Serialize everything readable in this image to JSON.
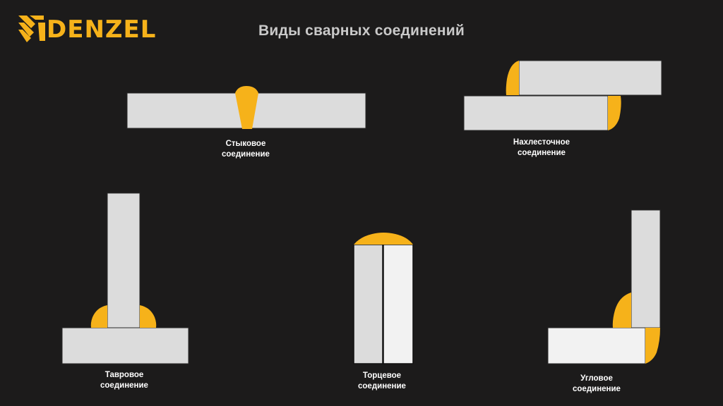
{
  "brand": {
    "name": "DENZEL",
    "color": "#f6b21a"
  },
  "title": "Виды сварных соединений",
  "colors": {
    "background": "#1c1b1b",
    "plate": "#dcdcdc",
    "plate_light": "#f2f2f2",
    "weld": "#f6b21a"
  },
  "joints": [
    {
      "id": "butt",
      "line1": "Стыковое",
      "line2": "соединение"
    },
    {
      "id": "lap",
      "line1": "Нахлесточное",
      "line2": "соединение"
    },
    {
      "id": "tee",
      "line1": "Тавровое",
      "line2": "соединение"
    },
    {
      "id": "edge",
      "line1": "Торцевое",
      "line2": "соединение"
    },
    {
      "id": "corner",
      "line1": "Угловое",
      "line2": "соединение"
    }
  ]
}
